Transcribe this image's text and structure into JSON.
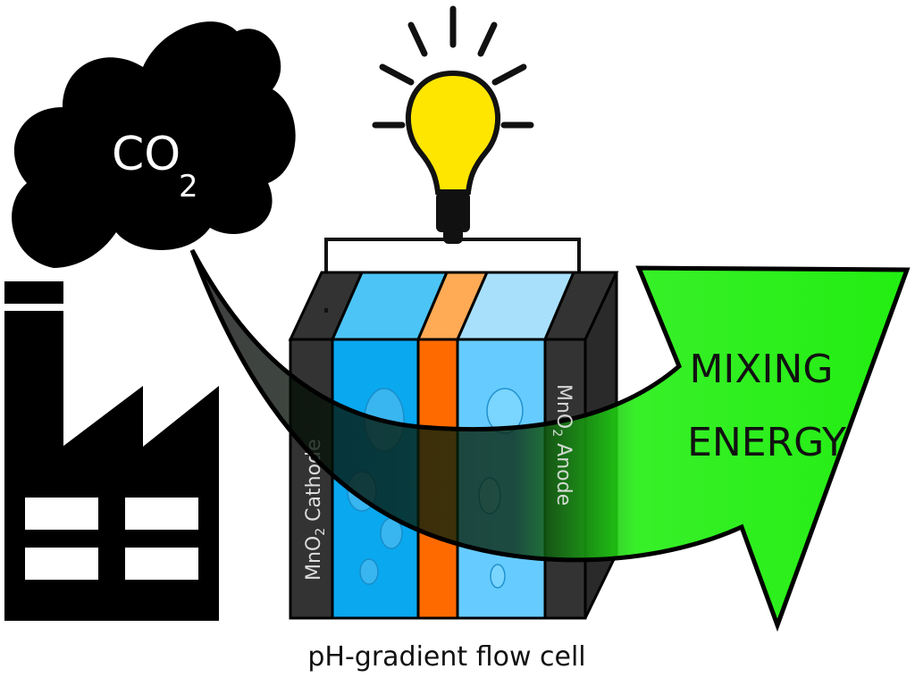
{
  "cloud": {
    "label": "CO",
    "subscript": "2"
  },
  "cell": {
    "cathode_label": "MnO",
    "cathode_sub": "2",
    "cathode_rest": " Cathode",
    "anode_label": "MnO",
    "anode_sub": "2",
    "anode_rest": " Anode",
    "caption": "pH-gradient flow cell"
  },
  "arrow": {
    "line1": "MIXING",
    "line2": "ENERGY"
  },
  "colors": {
    "green": "#22ee11",
    "dark_blue": "#0aa8ef",
    "light_blue": "#66ccff",
    "orange": "#ff6a00",
    "bulb": "#ffe600",
    "electrode": "#333333"
  }
}
